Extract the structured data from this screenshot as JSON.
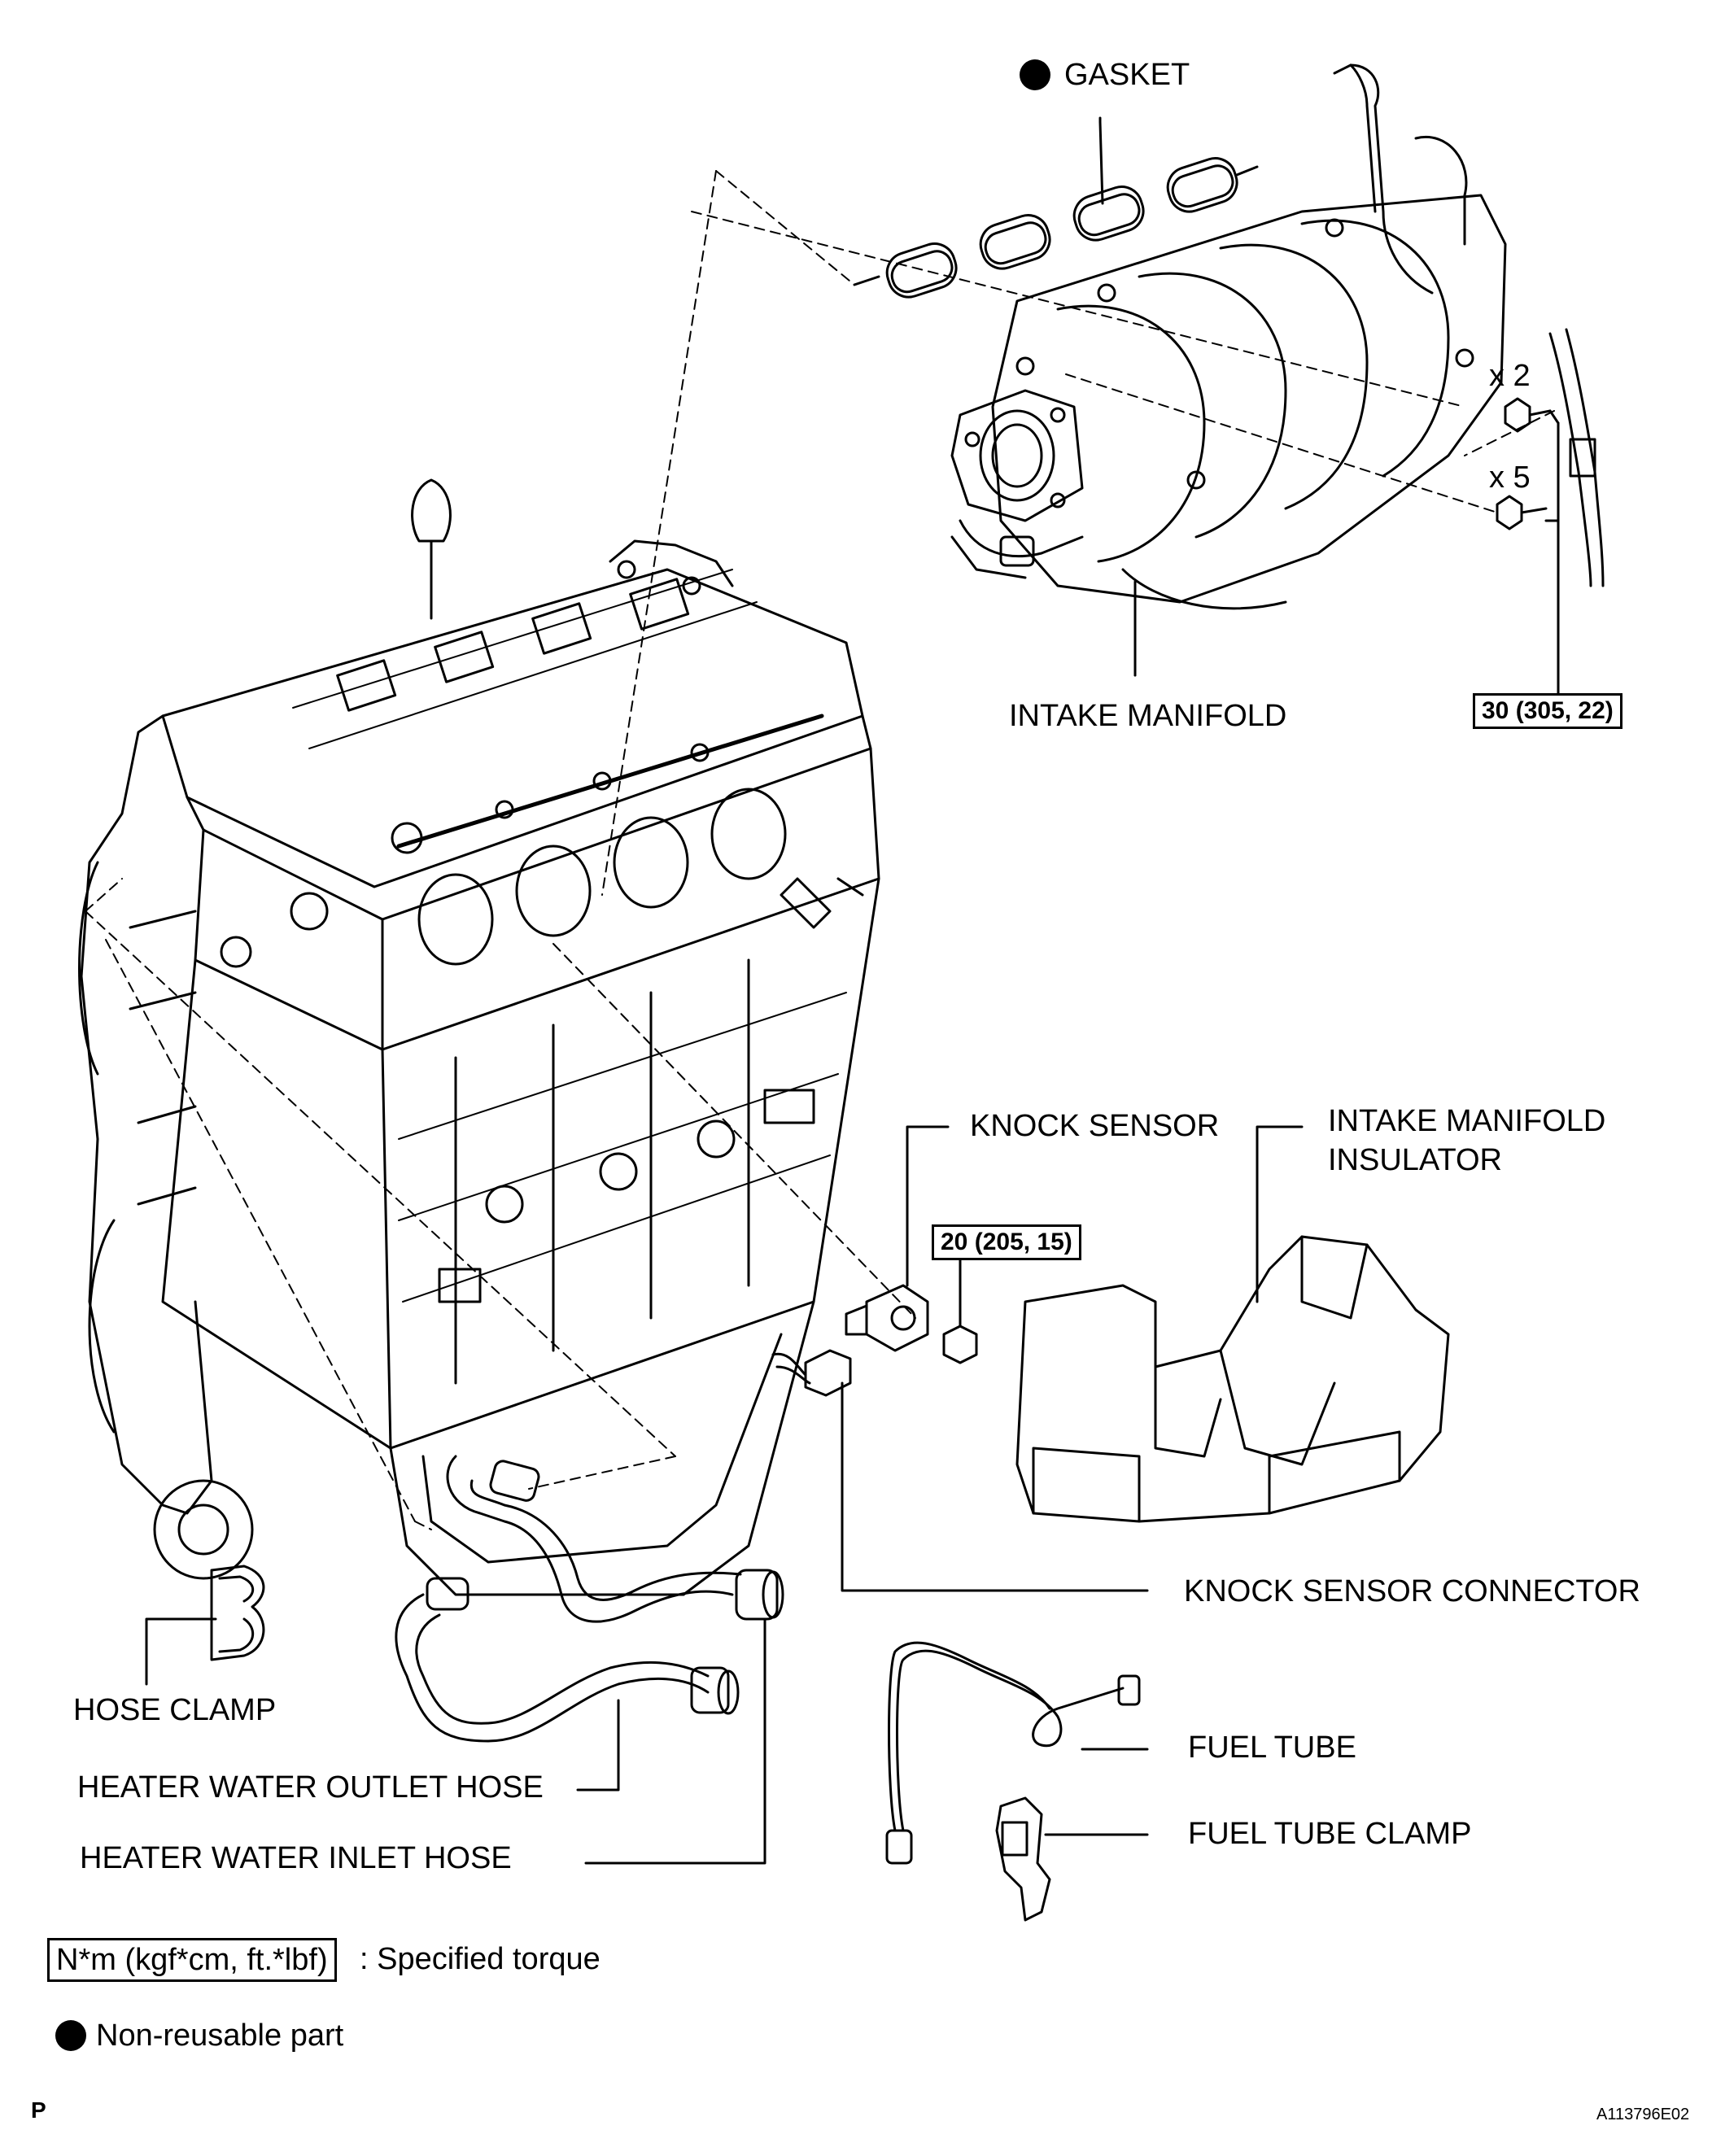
{
  "labels": {
    "gasket": "GASKET",
    "intake_manifold": "INTAKE MANIFOLD",
    "x2": "x 2",
    "x5": "x 5",
    "torque_manifold": "30 (305, 22)",
    "knock_sensor": "KNOCK SENSOR",
    "torque_knock": "20 (205, 15)",
    "intake_manifold_insulator_line1": "INTAKE MANIFOLD",
    "intake_manifold_insulator_line2": "INSULATOR",
    "knock_sensor_connector": "KNOCK SENSOR CONNECTOR",
    "hose_clamp": "HOSE CLAMP",
    "heater_water_outlet_hose": "HEATER WATER OUTLET HOSE",
    "heater_water_inlet_hose": "HEATER WATER INLET HOSE",
    "fuel_tube": "FUEL TUBE",
    "fuel_tube_clamp": "FUEL TUBE CLAMP"
  },
  "legend": {
    "torque_unit": "N*m (kgf*cm, ft.*lbf)",
    "torque_desc": ": Specified torque",
    "nonreusable_desc": "Non-reusable part"
  },
  "footer": {
    "page_mark": "P",
    "figure_id": "A113796E02"
  },
  "colors": {
    "line": "#000000",
    "background": "#ffffff"
  }
}
